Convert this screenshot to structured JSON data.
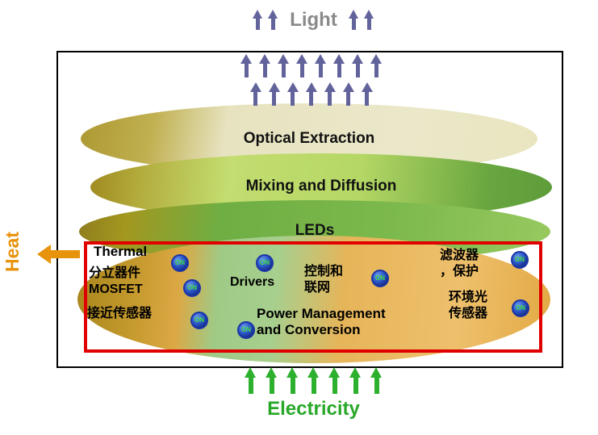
{
  "flows": {
    "light": "Light",
    "heat": "Heat",
    "electricity": "Electricity"
  },
  "layers": [
    {
      "label": "Optical Extraction"
    },
    {
      "label": "Mixing and Diffusion"
    },
    {
      "label": "LEDs"
    }
  ],
  "modules": {
    "thermal": {
      "label": "Thermal"
    },
    "discrete": {
      "line1": "分立器件",
      "line2": "MOSFET"
    },
    "proximity": {
      "label": "接近传感器"
    },
    "drivers": {
      "label": "Drivers"
    },
    "control": {
      "line1": "控制和",
      "line2": "联网"
    },
    "power": {
      "line1": "Power Management",
      "line2": "and Conversion"
    },
    "filter": {
      "line1": "滤波器",
      "line2": "，保护"
    },
    "ambient": {
      "line1": "环境光",
      "line2": "传感器"
    }
  },
  "badge": {
    "label": "ON"
  },
  "colors": {
    "heat": "#e8930c",
    "electricity": "#28a828",
    "light_text": "#8a8a8a",
    "arrow_purple": "#63639c",
    "red_outline": "#e00000",
    "badge_blue": "#1a34a8",
    "badge_text_green": "#3fdc3f"
  }
}
